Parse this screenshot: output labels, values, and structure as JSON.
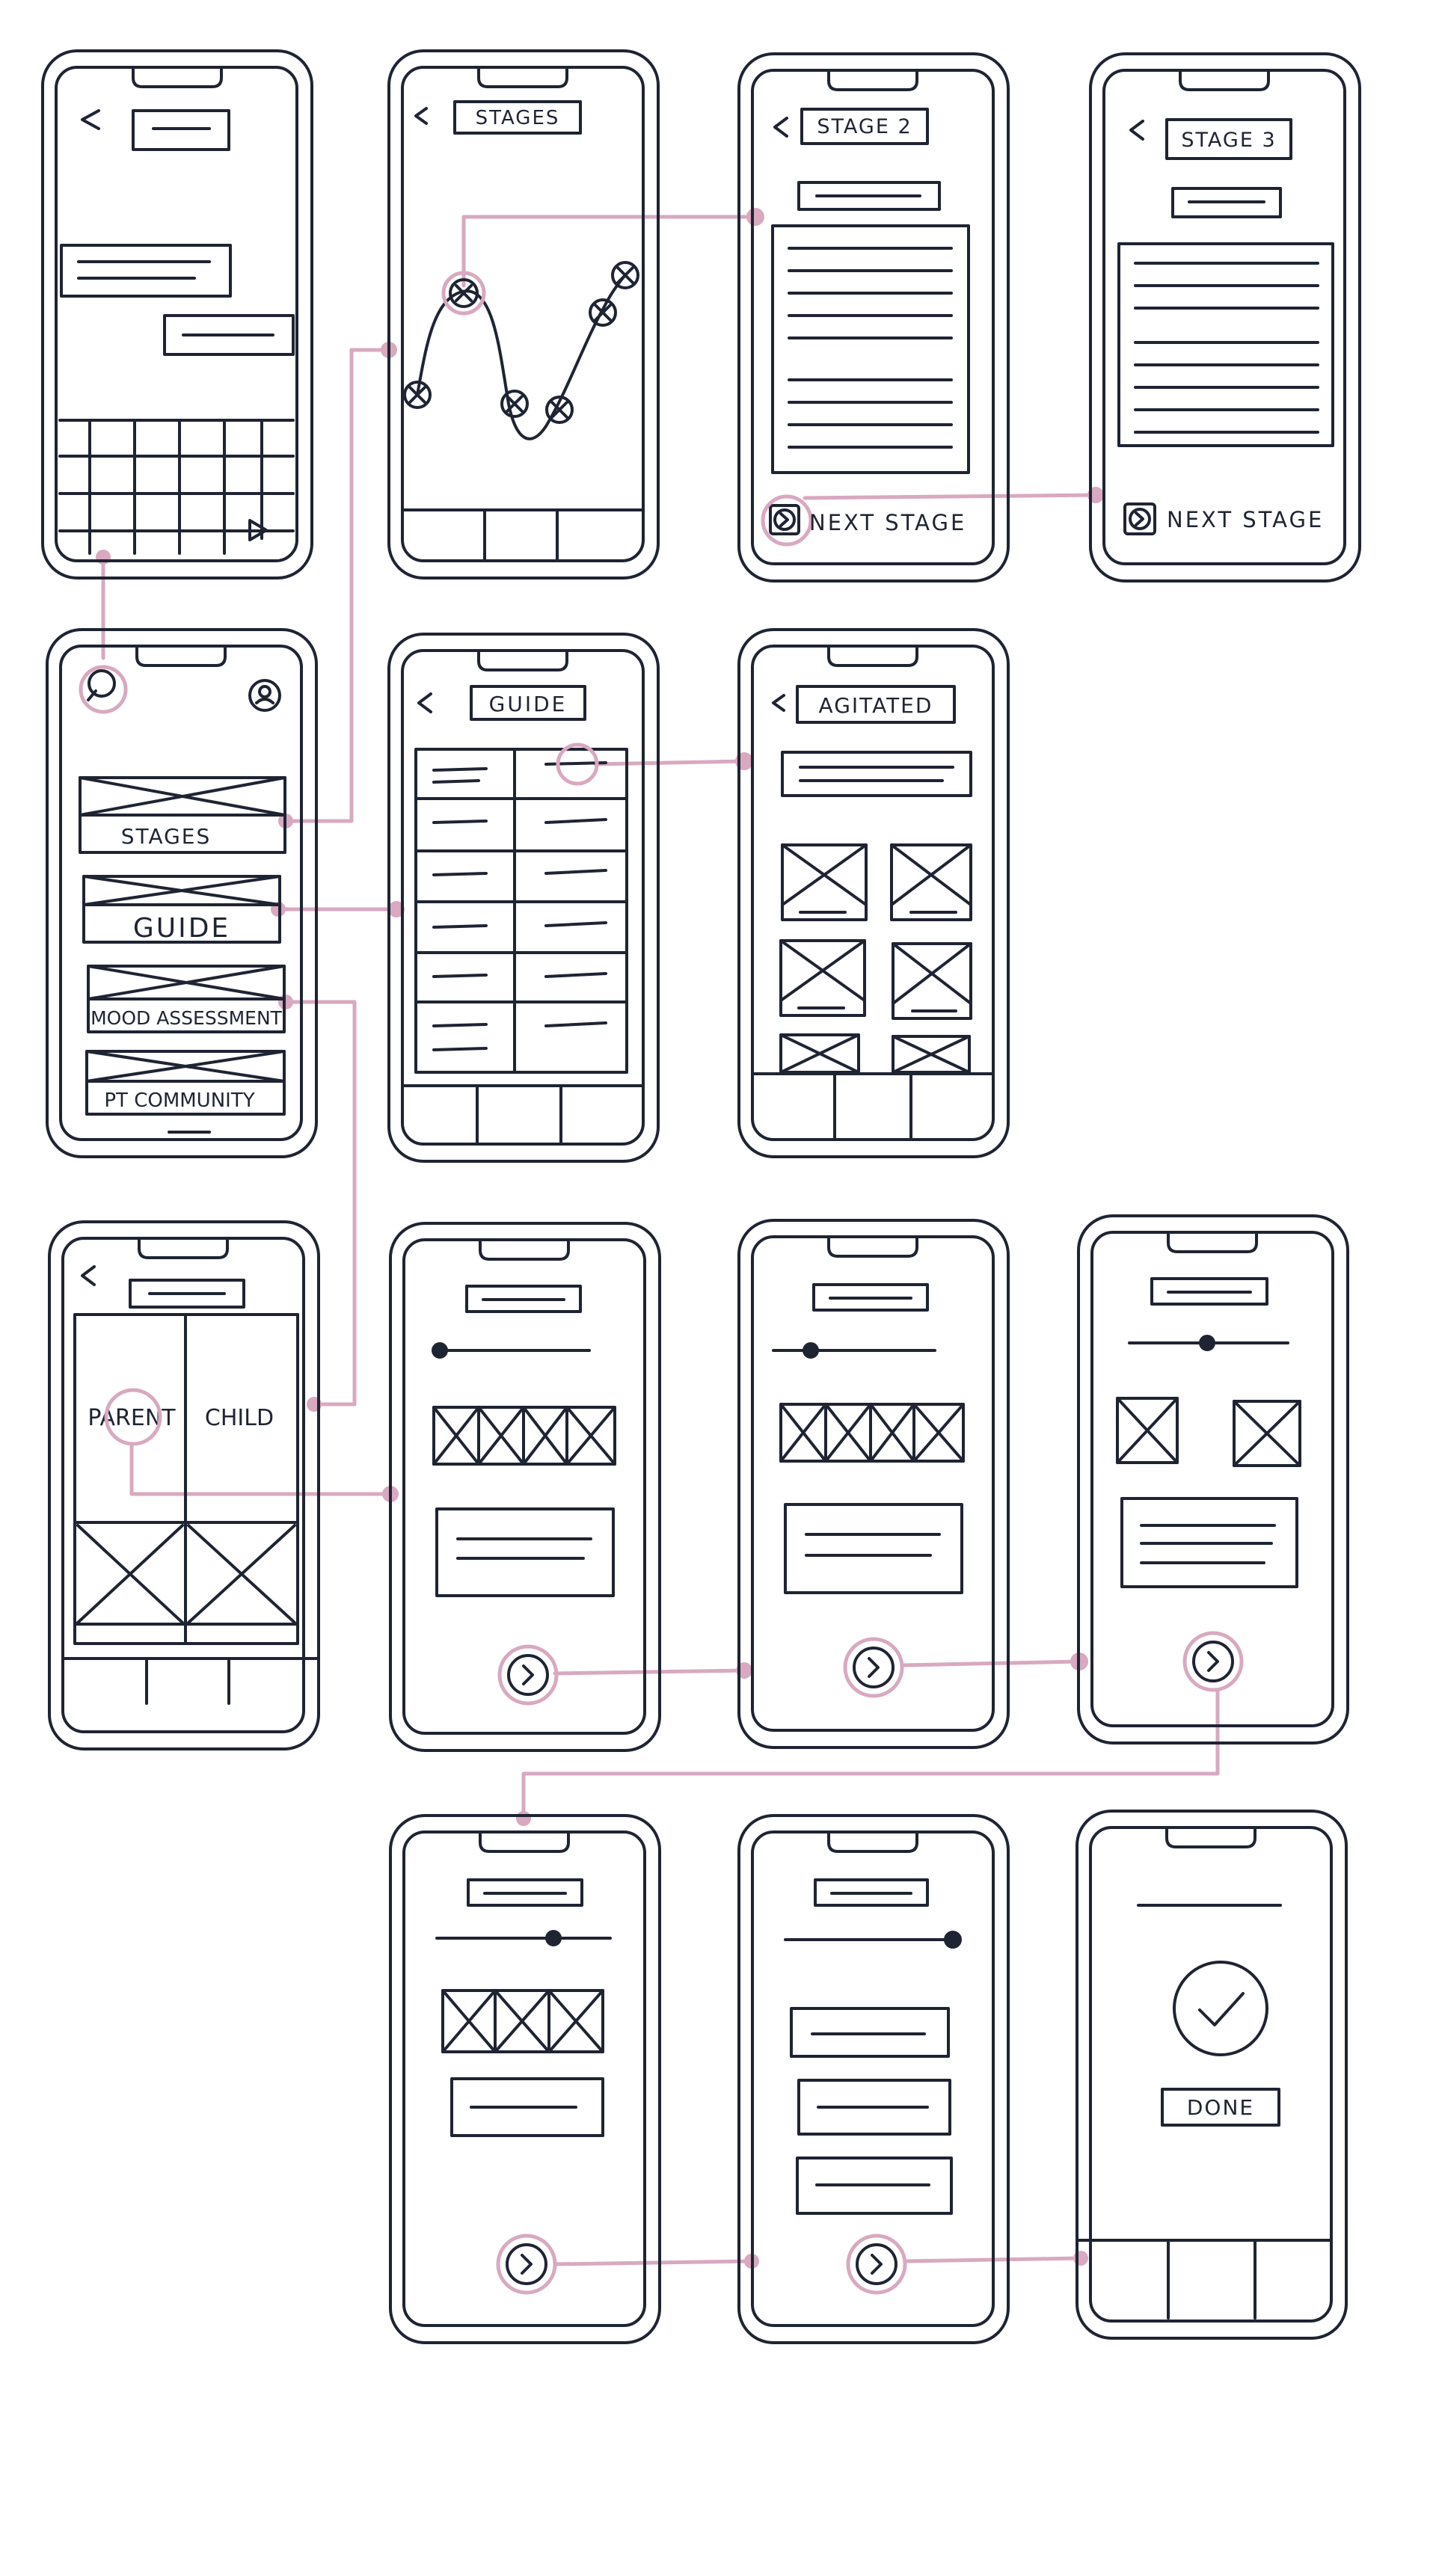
{
  "title": "",
  "colors": {
    "ink": "#1f2433",
    "flow": "#d8a9c0",
    "background": "#ffffff"
  },
  "labels": {
    "stages_title": "STAGES",
    "stage2_title": "STAGE 2",
    "stage3_title": "STAGE 3",
    "next_stage": "NEXT STAGE",
    "menu_stages": "STAGES",
    "menu_guide": "GUIDE",
    "menu_mood": "MOOD ASSESSMENT",
    "menu_community": "PT COMMUNITY",
    "guide_title": "GUIDE",
    "agitated_title": "AGITATED",
    "parent": "PARENT",
    "child": "CHILD",
    "done": "DONE"
  },
  "icons": {
    "back": "chevron-left-icon",
    "search": "search-icon",
    "profile": "profile-icon",
    "next": "chevron-right-icon",
    "play": "play-icon",
    "check": "check-icon"
  },
  "slider_levels": {
    "assessment_1": 0.0,
    "assessment_2": 0.25,
    "assessment_3": 0.5,
    "assessment_4": 0.7,
    "assessment_5": 1.0
  }
}
